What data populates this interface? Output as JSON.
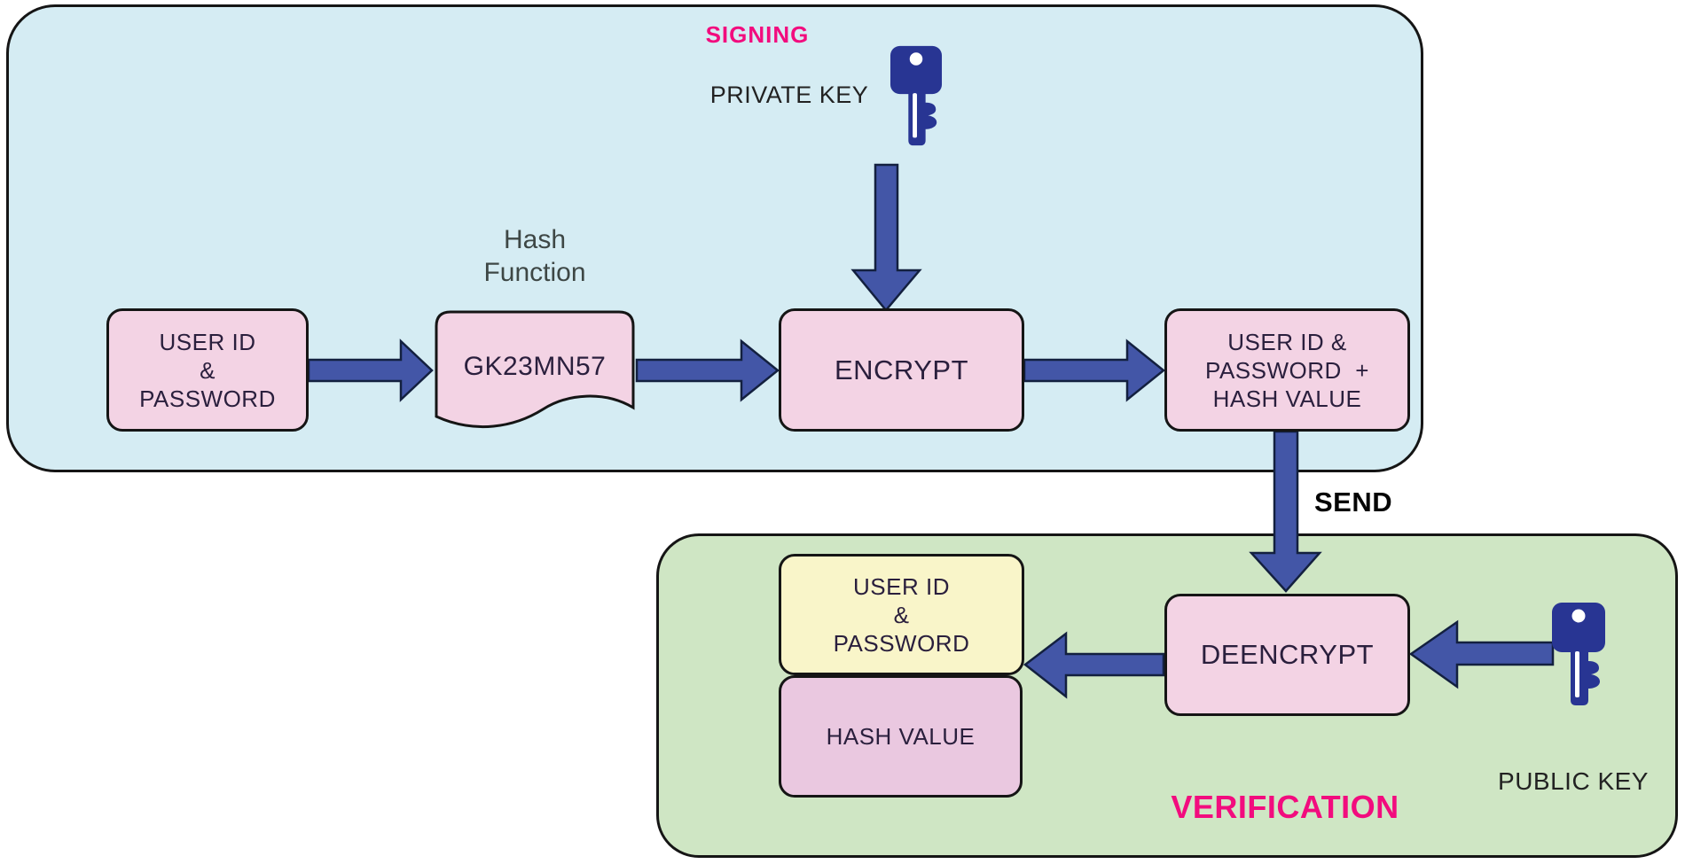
{
  "colors": {
    "page_bg": "#ffffff",
    "panel_blue": "#d5ecf3",
    "panel_green": "#cfe6c4",
    "box_pink": "#f3d3e4",
    "box_pink_hash": "#eac8e0",
    "box_yellow": "#f9f5c9",
    "box_border": "#151515",
    "box_text": "#2a1f3d",
    "arrow_fill": "#4356a7",
    "arrow_stroke": "#13203f",
    "key_fill": "#283593",
    "magenta": "#f20c7e",
    "gray_label": "#3e4745",
    "black_label": "#222222"
  },
  "signing": {
    "title": "SIGNING",
    "private_key_label": "PRIVATE KEY",
    "user_credentials": {
      "line1": "USER ID",
      "line2": "&",
      "line3": "PASSWORD"
    },
    "hash_function": {
      "label_line1": "Hash",
      "label_line2": "Function",
      "value": "GK23MN57"
    },
    "encrypt_label": "ENCRYPT",
    "signed_payload": {
      "line1": "USER ID &",
      "line2": "PASSWORD  +",
      "line3": "HASH VALUE"
    }
  },
  "send_label": "SEND",
  "verification": {
    "title": "VERIFICATION",
    "public_key_label": "PUBLIC KEY",
    "user_credentials": {
      "line1": "USER ID",
      "line2": "&",
      "line3": "PASSWORD"
    },
    "hash_value_label": "HASH VALUE",
    "deencrypt_label": "DEENCRYPT"
  }
}
